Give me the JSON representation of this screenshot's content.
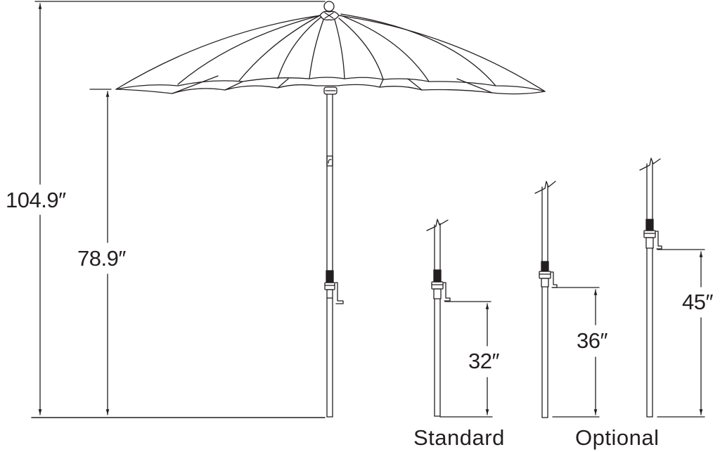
{
  "diagram": {
    "subject": "patio umbrella dimension drawing",
    "stroke_color": "#231f20",
    "background_color": "#ffffff",
    "dimensions": {
      "overall_height": "104.9″",
      "clearance_height": "78.9″"
    },
    "pole_heights": [
      {
        "id": "standard",
        "value": "32″"
      },
      {
        "id": "optional-36",
        "value": "36″"
      },
      {
        "id": "optional-45",
        "value": "45″"
      }
    ],
    "captions": {
      "standard": "Standard",
      "optional": "Optional"
    }
  }
}
